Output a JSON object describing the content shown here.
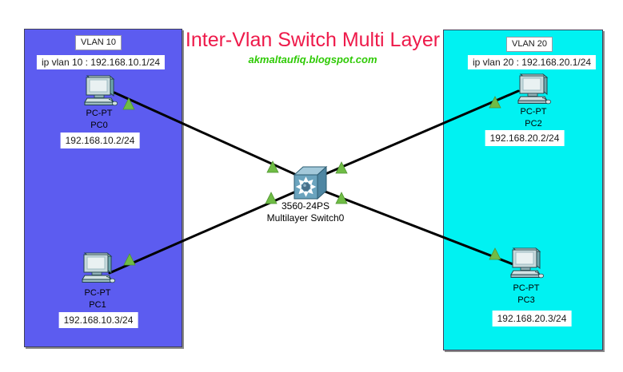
{
  "title": "Inter-Vlan Switch Multi Layer",
  "subtitle": "akmaltaufiq.blogspot.com",
  "colors": {
    "title": "#ee1a4a",
    "subtitle": "#2fca06",
    "vlan10_fill": "#5c5cf0",
    "vlan20_fill": "#00f2f2",
    "link_line": "#000000",
    "link_status_up": "#6fbc45"
  },
  "vlan10": {
    "label": "VLAN 10",
    "gateway": "ip vlan 10 : 192.168.10.1/24"
  },
  "vlan20": {
    "label": "VLAN 20",
    "gateway": "ip vlan 20 : 192.168.20.1/24"
  },
  "devices": {
    "pc0": {
      "model": "PC-PT",
      "name": "PC0",
      "ip": "192.168.10.2/24"
    },
    "pc1": {
      "model": "PC-PT",
      "name": "PC1",
      "ip": "192.168.10.3/24"
    },
    "pc2": {
      "model": "PC-PT",
      "name": "PC2",
      "ip": "192.168.20.2/24"
    },
    "pc3": {
      "model": "PC-PT",
      "name": "PC3",
      "ip": "192.168.20.3/24"
    },
    "switch0": {
      "model": "3560-24PS",
      "name": "Multilayer Switch0"
    }
  }
}
